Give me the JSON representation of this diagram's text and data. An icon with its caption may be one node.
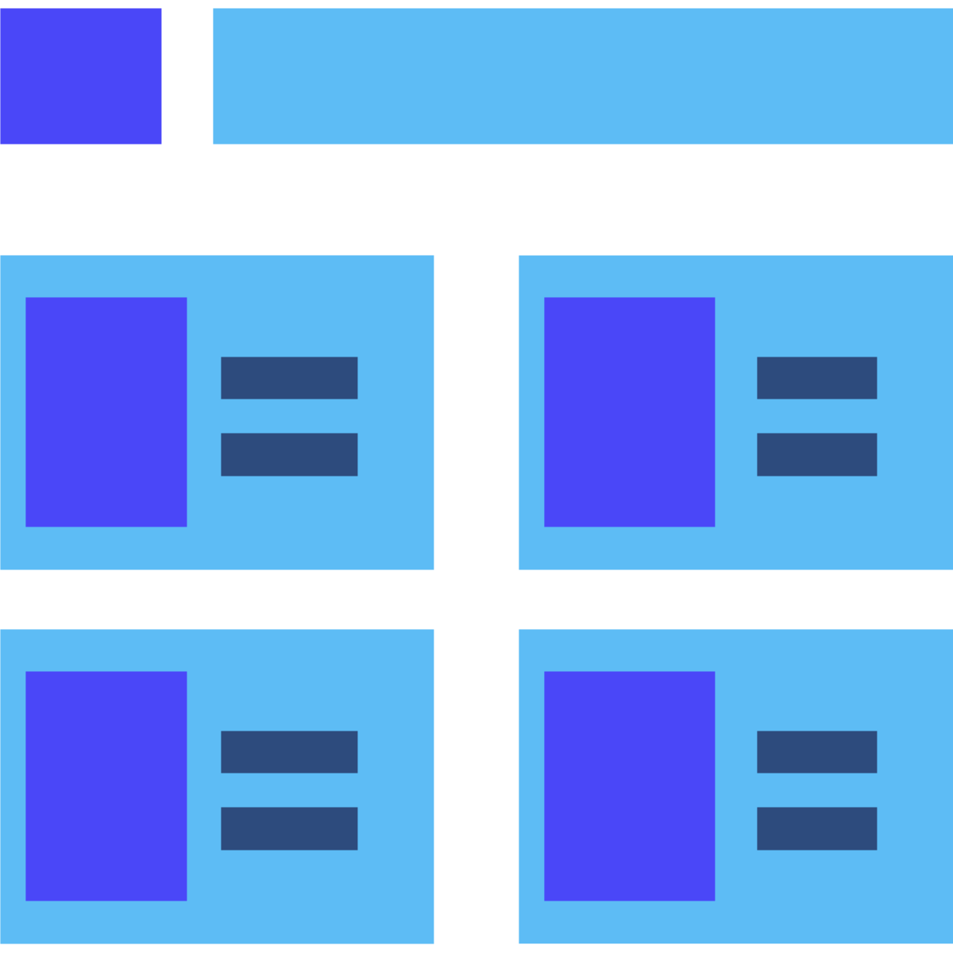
{
  "diagram": {
    "nodes": [
      {
        "text": [],
        "shape": "square"
      },
      {
        "text": [],
        "shape": "bar"
      },
      {
        "text": [],
        "shape": "box"
      },
      {
        "text": [],
        "shape": "box",
        "in": 2
      },
      {
        "text": [],
        "shape": "bar",
        "in": 2
      },
      {
        "text": [],
        "shape": "bar",
        "in": 2
      },
      {
        "text": [],
        "shape": "box"
      },
      {
        "text": [],
        "shape": "box",
        "in": 6
      },
      {
        "text": [],
        "shape": "bar",
        "in": 6
      },
      {
        "text": [],
        "shape": "bar",
        "in": 6
      },
      {
        "text": [],
        "shape": "box"
      },
      {
        "text": [],
        "shape": "box",
        "in": 10
      },
      {
        "text": [],
        "shape": "bar",
        "in": 10
      },
      {
        "text": [],
        "shape": "bar",
        "in": 10
      },
      {
        "text": [],
        "shape": "box"
      },
      {
        "text": [],
        "shape": "box",
        "in": 14
      },
      {
        "text": [],
        "shape": "bar",
        "in": 14
      },
      {
        "text": [],
        "shape": "bar",
        "in": 14
      }
    ]
  }
}
